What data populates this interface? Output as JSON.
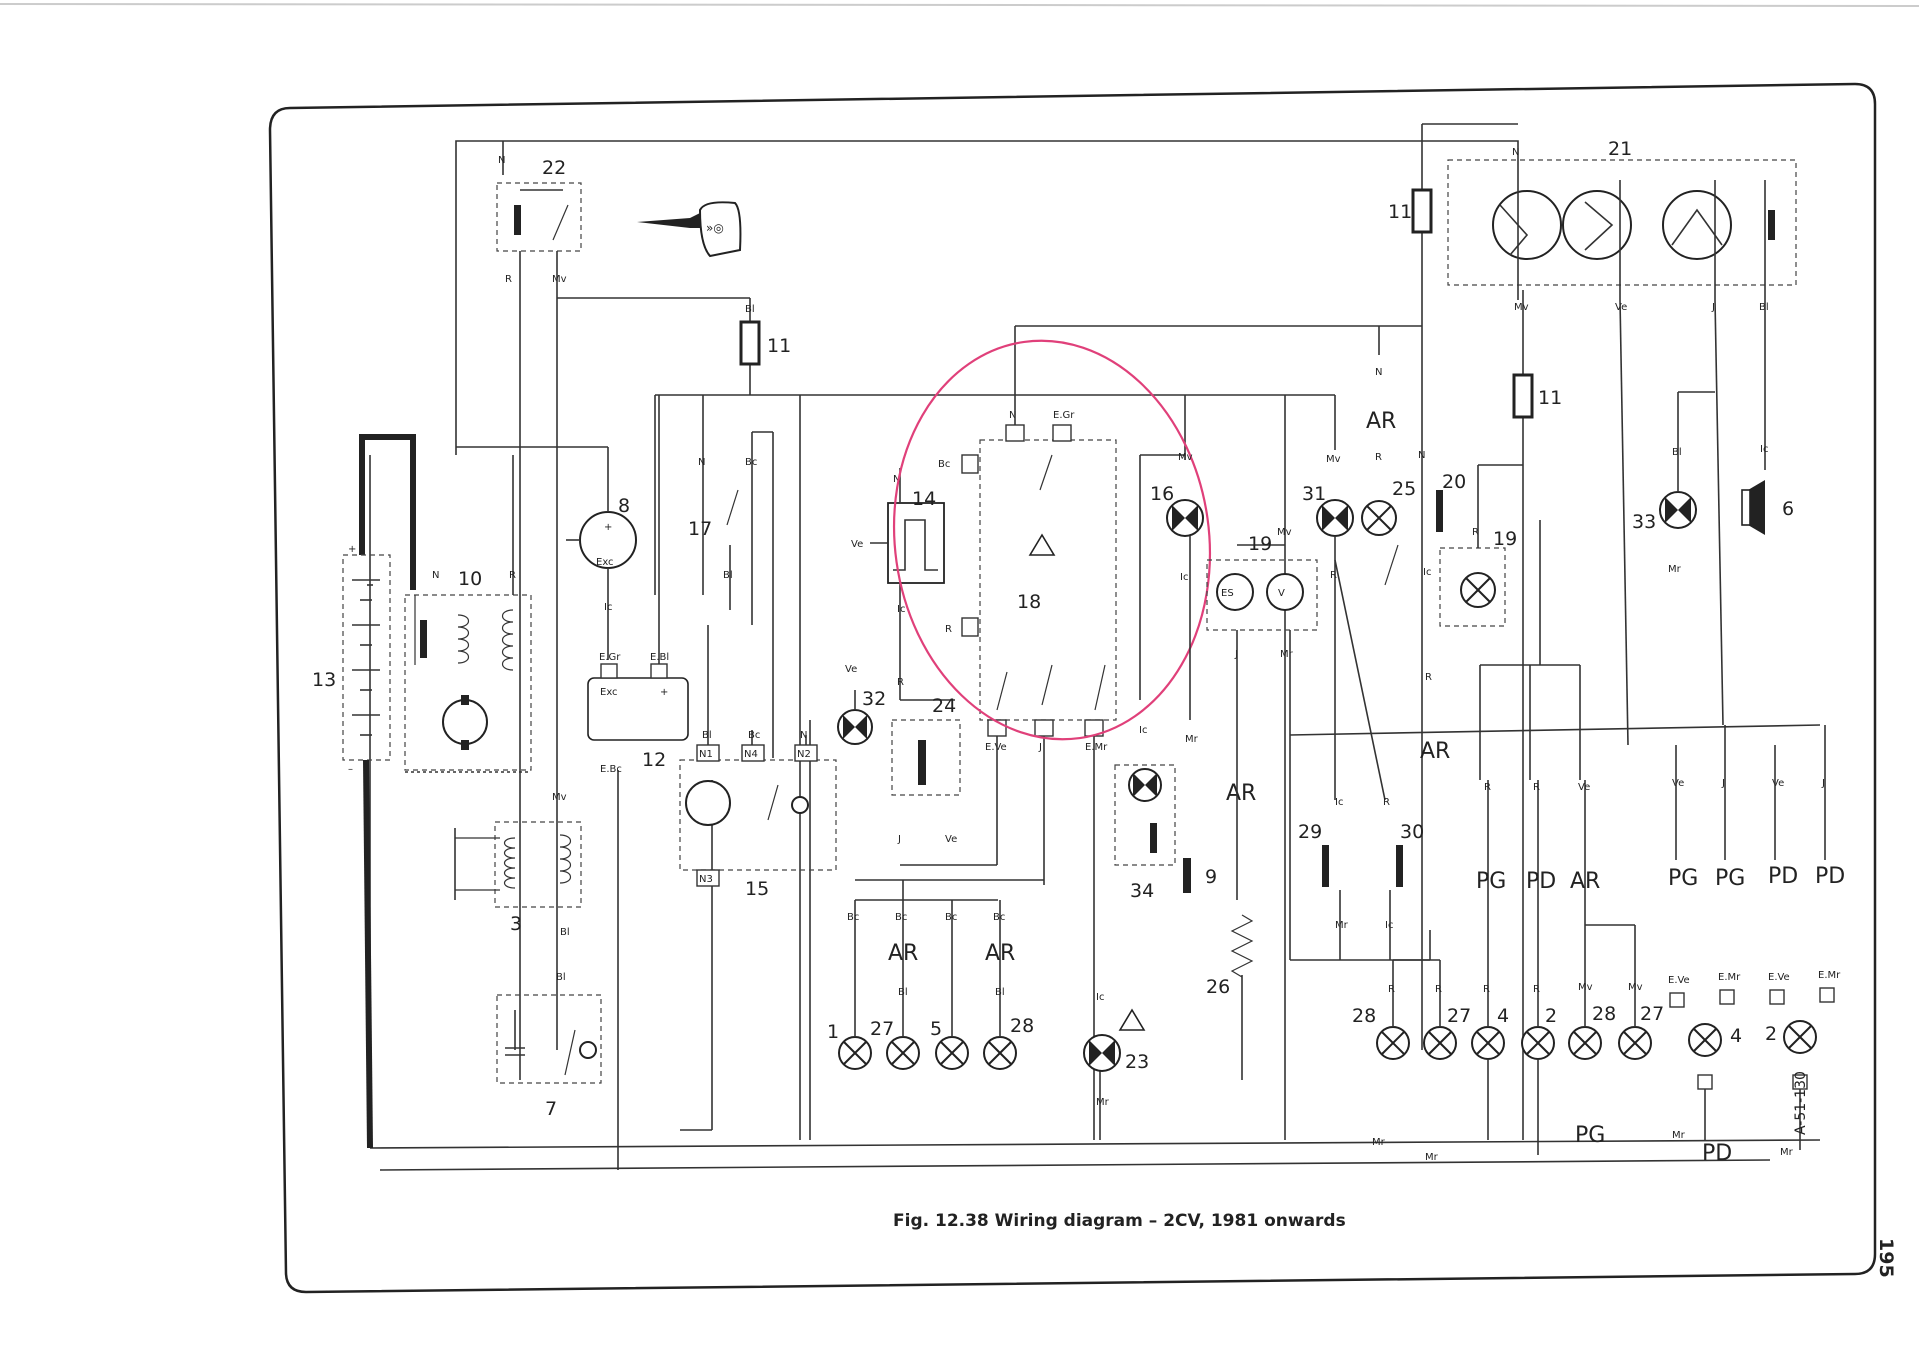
{
  "caption": "Fig. 12.38 Wiring diagram – 2CV, 1981 onwards",
  "page_number": "195",
  "reference_code": "A-51-130",
  "component_numbers": [
    "1",
    "2",
    "3",
    "4",
    "5",
    "6",
    "7",
    "8",
    "9",
    "10",
    "11",
    "12",
    "13",
    "14",
    "15",
    "16",
    "17",
    "18",
    "19",
    "20",
    "21",
    "22",
    "23",
    "24",
    "25",
    "26",
    "27",
    "28",
    "29",
    "30",
    "31",
    "32",
    "33",
    "34"
  ],
  "wire_codes": {
    "N": "N",
    "R": "R",
    "Mv": "Mv",
    "Bl": "Bl",
    "Bc": "Bc",
    "Ic": "Ic",
    "Ve": "Ve",
    "J": "J",
    "Mr": "Mr",
    "EGr": "E.Gr",
    "EBl": "E.Bl",
    "EBc": "E.Bc",
    "EVe": "E.Ve",
    "EMr": "E.Mr"
  },
  "section_labels": {
    "AR": "AR",
    "PG": "PG",
    "PD": "PD"
  },
  "terminal_labels": {
    "N1": "N1",
    "N2": "N2",
    "N3": "N3",
    "N4": "N4",
    "Exc": "Exc",
    "ES": "ES",
    "V": "V",
    "plus": "+",
    "minus": "–"
  },
  "annotation": {
    "color": "#e0407a"
  }
}
